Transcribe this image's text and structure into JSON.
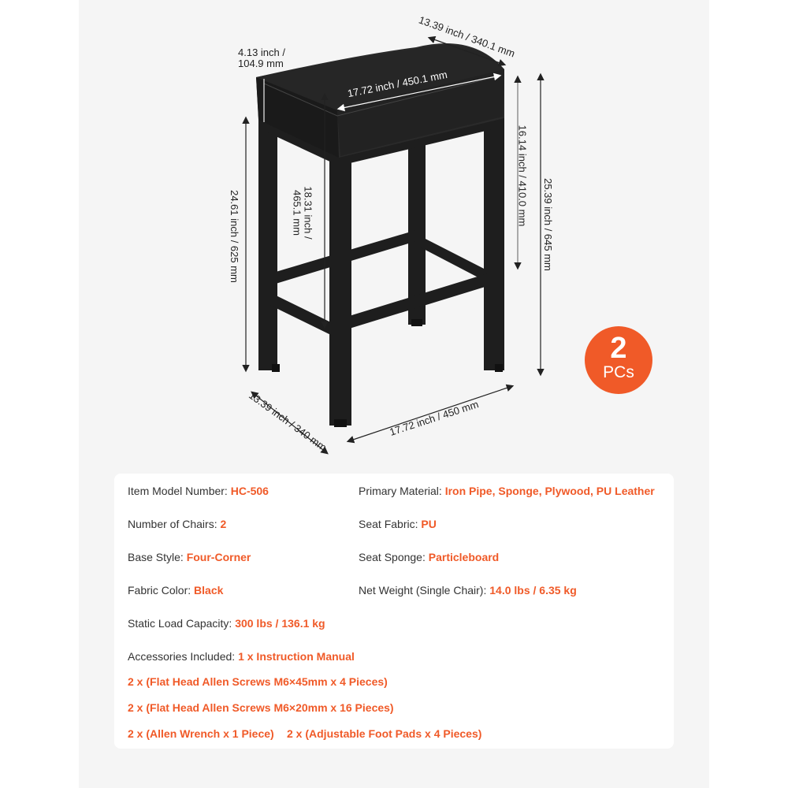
{
  "colors": {
    "accent": "#f05a28",
    "panel": "#f5f5f5",
    "stool": "#1e1e1e"
  },
  "badge": {
    "number": "2",
    "unit": "PCs"
  },
  "dimensions": {
    "seat_depth_top": "13.39 inch / 340.1 mm",
    "seat_thickness_line1": "4.13 inch /",
    "seat_thickness_line2": "104.9 mm",
    "seat_width_top": "17.72 inch  / 450.1 mm",
    "leg_height_right": "16.14 inch / 410.0 mm",
    "total_height": "25.39 inch / 645 mm",
    "seat_height": "24.61 inch / 625 mm",
    "inner_height_line1": "18.31 inch /",
    "inner_height_line2": "465.1 mm",
    "base_depth": "13.39 inch / 340 mm",
    "base_width": "17.72 inch / 450 mm"
  },
  "specs": {
    "model": {
      "label": "Item Model Number: ",
      "value": "HC-506"
    },
    "material": {
      "label": "Primary Material: ",
      "value": "Iron Pipe, Sponge, Plywood, PU Leather"
    },
    "chairs": {
      "label": "Number of Chairs: ",
      "value": "2"
    },
    "fabric": {
      "label": "Seat Fabric: ",
      "value": "PU"
    },
    "base": {
      "label": "Base Style: ",
      "value": "Four-Corner"
    },
    "sponge": {
      "label": "Seat Sponge: ",
      "value": "Particleboard"
    },
    "color": {
      "label": "Fabric Color: ",
      "value": "Black"
    },
    "weight": {
      "label": "Net Weight (Single Chair): ",
      "value": "14.0 lbs / 6.35 kg"
    },
    "load": {
      "label": "Static Load Capacity: ",
      "value": "300 lbs / 136.1 kg"
    },
    "accessories": {
      "label": "Accessories Included: ",
      "value": "1 x Instruction Manual",
      "items": [
        "2 x (Flat Head Allen Screws M6×45mm x 4 Pieces)",
        "2 x (Flat Head Allen Screws M6×20mm x 16 Pieces)",
        "2 x (Allen Wrench x 1 Piece)",
        "2 x (Adjustable Foot Pads x 4 Pieces)"
      ]
    }
  }
}
